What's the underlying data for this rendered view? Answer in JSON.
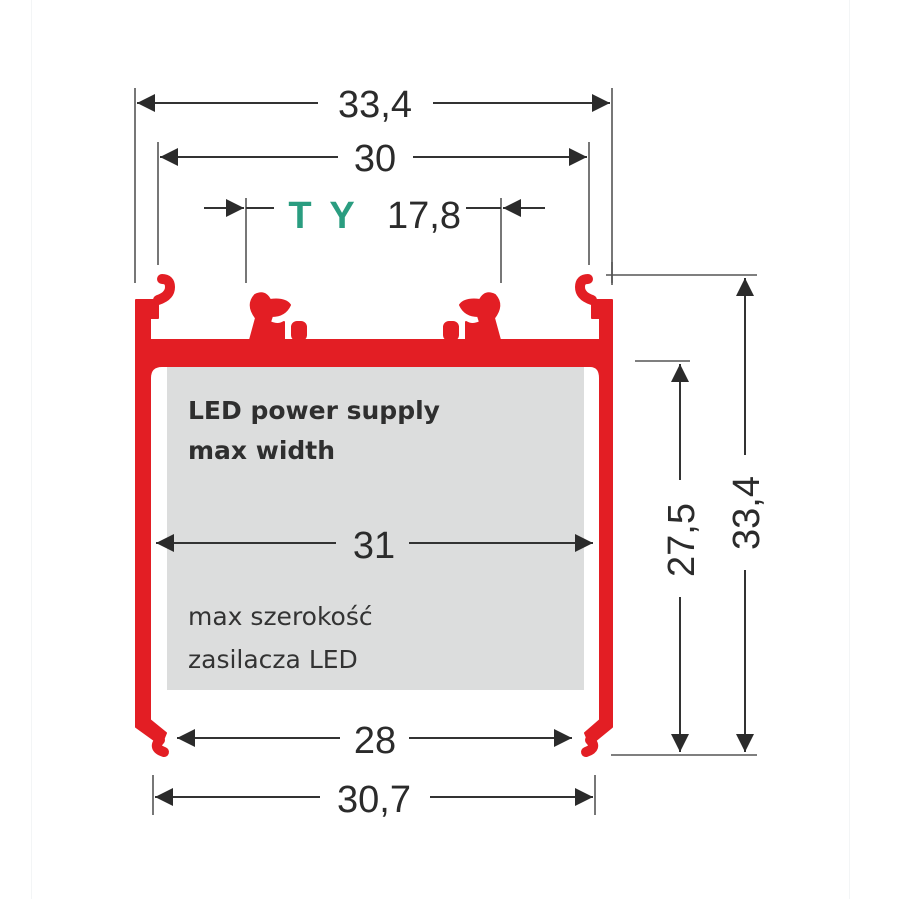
{
  "colors": {
    "profile": "#e31e24",
    "powersupply_area": "#dcdddd",
    "dimension_line": "#333333",
    "ty_accent": "#2a9d80"
  },
  "dimensions": {
    "top_overall_width": "33,4",
    "top_inner_width": "30",
    "mount_spacing": "17,8",
    "mount_prefix_t": "T",
    "mount_prefix_y": "Y",
    "power_supply_width": "31",
    "bottom_opening": "28",
    "bottom_overall_width": "30,7",
    "inner_height": "27,5",
    "overall_height": "33,4"
  },
  "labels": {
    "en_line1": "LED power supply",
    "en_line2": "max width",
    "pl_line1": "max szerokość",
    "pl_line2": "zasilacza LED"
  }
}
